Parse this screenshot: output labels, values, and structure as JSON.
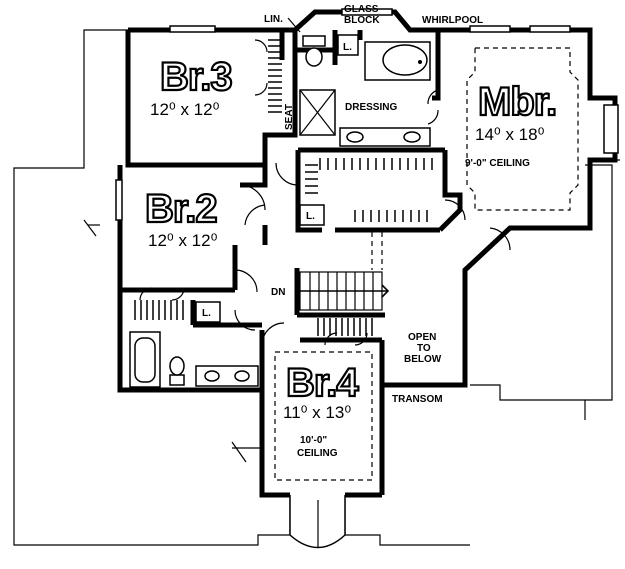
{
  "labels": {
    "linen": "LIN.",
    "glass_block_1": "GLASS",
    "glass_block_2": "BLOCK",
    "whirlpool": "WHIRLPOOL",
    "dressing": "DRESSING",
    "seat": "SEAT",
    "dn": "DN",
    "open_to_below_1": "OPEN",
    "open_to_below_2": "TO",
    "open_to_below_3": "BELOW",
    "transom": "TRANSOM",
    "linen_closet": "L."
  },
  "rooms": {
    "br3": {
      "name": "Br.3",
      "size": "12⁰ x 12⁰"
    },
    "br2": {
      "name": "Br.2",
      "size": "12⁰ x 12⁰"
    },
    "mbr": {
      "name": "Mbr.",
      "size": "14⁰ x 18⁰",
      "ceiling": "9'-0\" CEILING"
    },
    "br4": {
      "name": "Br.4",
      "size": "11⁰ x 13⁰",
      "ceiling_1": "10'-0\"",
      "ceiling_2": "CEILING"
    }
  }
}
